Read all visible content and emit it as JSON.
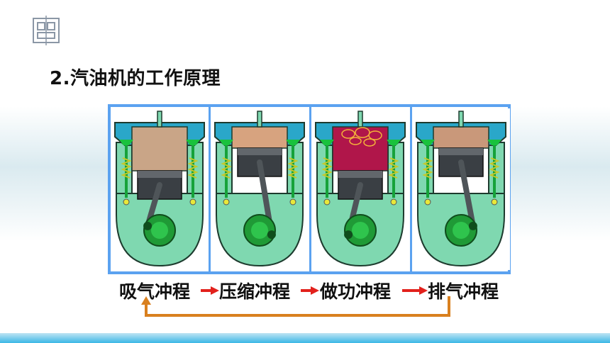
{
  "title": "2.汽油机的工作原理",
  "strokes": [
    {
      "label": "吸气冲程",
      "chamber_color": "#c9a587"
    },
    {
      "label": "压缩冲程",
      "chamber_color": "#d7a37f"
    },
    {
      "label": "做功冲程",
      "chamber_color": "#b0164a"
    },
    {
      "label": "排气冲程",
      "chamber_color": "#c9987a"
    }
  ],
  "colors": {
    "frame": "#5ba2f0",
    "engine_body": "#7fd8b0",
    "cylinder_cap": "#2aa7c9",
    "arrow_red": "#e2211c",
    "cycle_orange": "#d9801f"
  }
}
